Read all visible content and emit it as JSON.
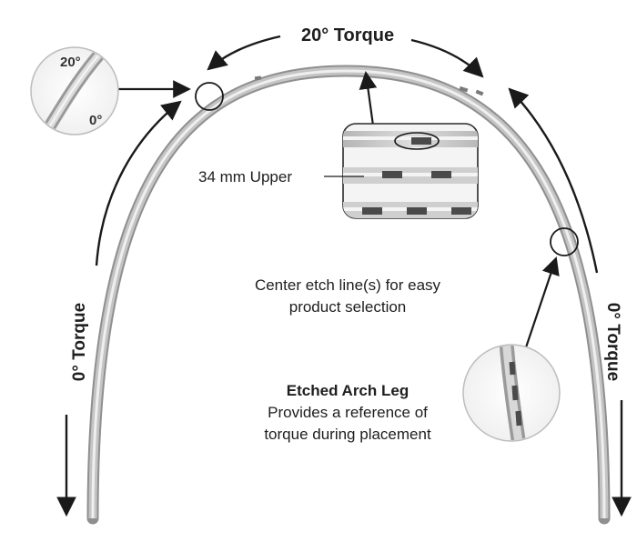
{
  "labels": {
    "top_torque": "20° Torque",
    "left_torque": "0° Torque",
    "right_torque": "0° Torque",
    "inset_top_value": "20°",
    "inset_bottom_value": "0°",
    "inset_middle_label": "34 mm Upper",
    "center_etch_line1": "Center etch line(s) for easy",
    "center_etch_line2": "product selection",
    "leg_title": "Etched Arch Leg",
    "leg_desc_line1": "Provides a reference of",
    "leg_desc_line2": "torque during placement"
  },
  "colors": {
    "wire_light": "#ececec",
    "wire_mid": "#bfbfbf",
    "wire_dark": "#8f8f8f",
    "etch_mark": "#4a4a4a",
    "text": "#1e1e1e",
    "arrow": "#1a1a1a"
  }
}
